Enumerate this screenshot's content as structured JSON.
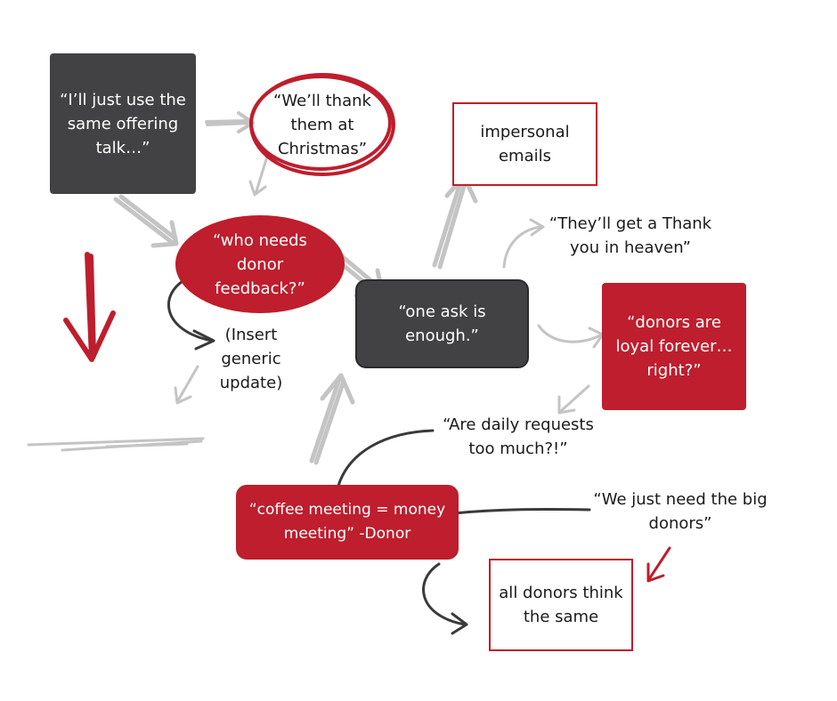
{
  "colors": {
    "red": "#be1e2d",
    "dark": "#424244",
    "gray_arrow": "#c4c4c4",
    "black_arrow": "#3a3a3a",
    "text": "#1a1a1a"
  },
  "nodes": {
    "offering_talk": "“I’ll just use the same offering talk…”",
    "thank_christmas": "“We’ll thank them at Christmas”",
    "impersonal_emails": "impersonal emails",
    "donor_feedback": "“who needs donor feedback?”",
    "thank_heaven": "“They’ll get a Thank you in heaven”",
    "one_ask": "“one ask is enough.”",
    "loyal_forever": "“donors are loyal forever… right?”",
    "generic_update": "(Insert generic update)",
    "daily_requests": "“Are daily requests too much?!”",
    "coffee_meeting": "“coffee meeting = money meeting” -Donor",
    "big_donors": "“We just need the big donors”",
    "all_donors_same": "all donors think the same"
  }
}
